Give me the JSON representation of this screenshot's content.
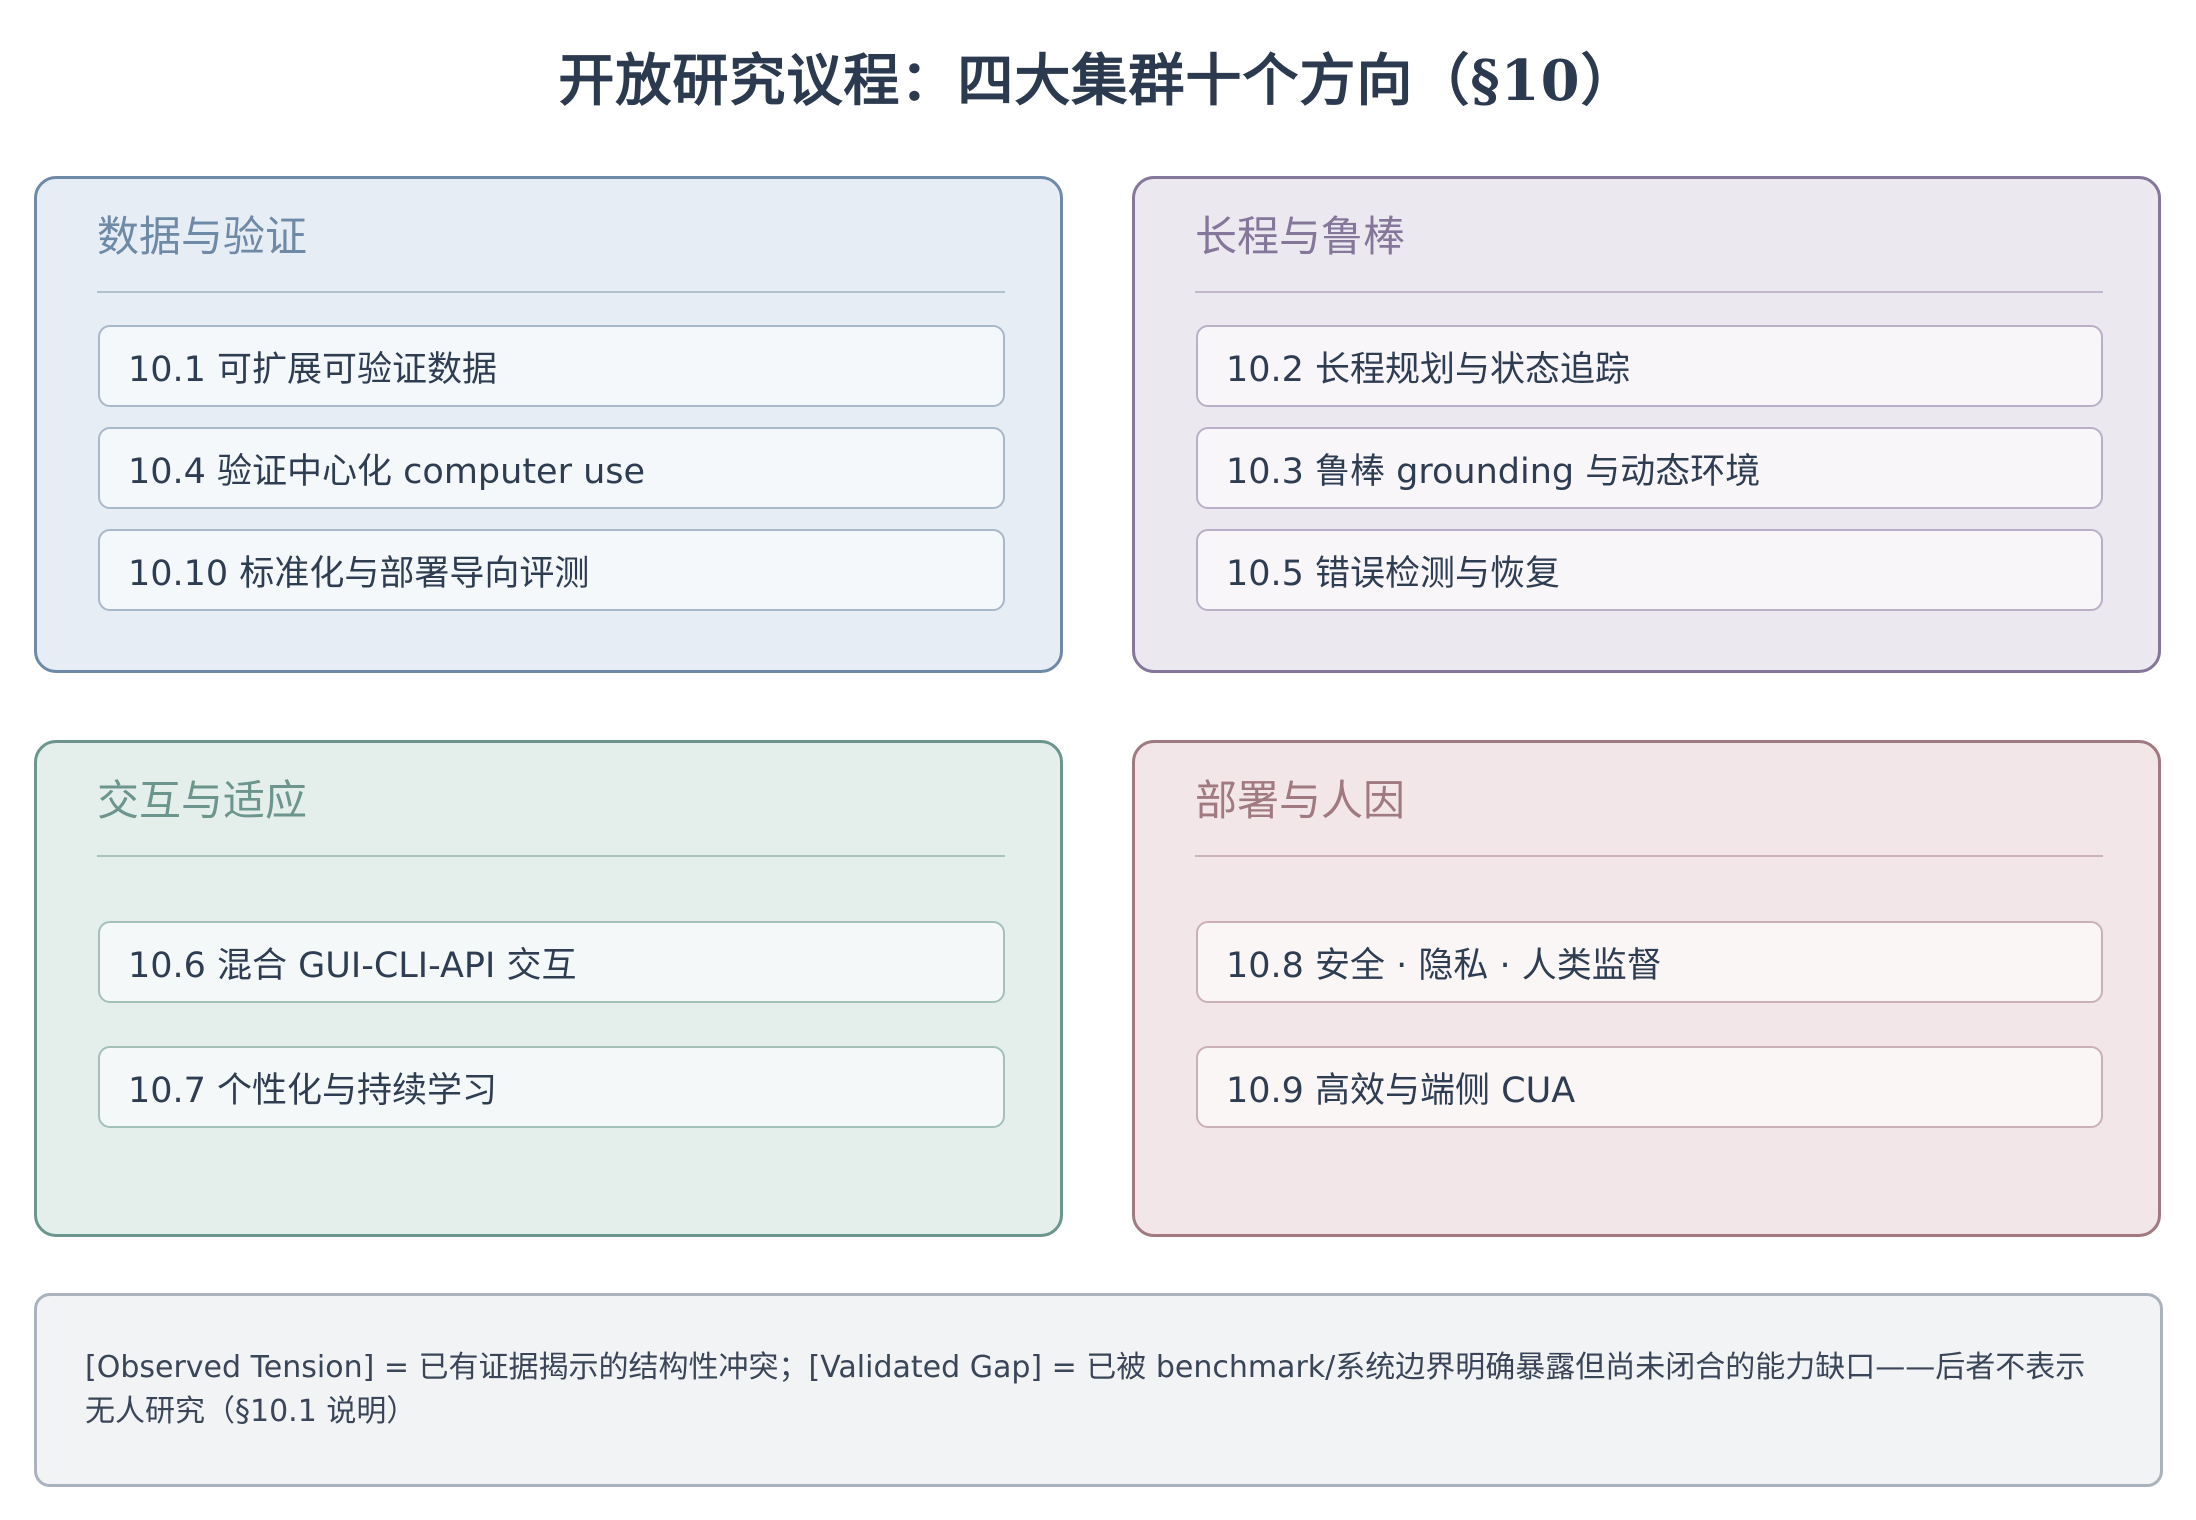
{
  "title": "开放研究议程：四大集群十个方向（§10）",
  "clusters": [
    {
      "title": "数据与验证",
      "accent": "#6f8aa6",
      "items": [
        "10.1 可扩展可验证数据",
        "10.4 验证中心化 computer use",
        "10.10 标准化与部署导向评测"
      ]
    },
    {
      "title": "长程与鲁棒",
      "accent": "#84779a",
      "items": [
        "10.2 长程规划与状态追踪",
        "10.3 鲁棒 grounding 与动态环境",
        "10.5 错误检测与恢复"
      ]
    },
    {
      "title": "交互与适应",
      "accent": "#6b958d",
      "items": [
        "10.6 混合 GUI-CLI-API 交互",
        "10.7 个性化与持续学习"
      ]
    },
    {
      "title": "部署与人因",
      "accent": "#a07a80",
      "items": [
        "10.8 安全 · 隐私 · 人类监督",
        "10.9 高效与端侧 CUA"
      ]
    }
  ],
  "note": "[Observed Tension] = 已有证据揭示的结构性冲突；[Validated Gap] = 已被 benchmark/系统边界明确暴露但尚未闭合的能力缺口——后者不表示无人研究（§10.1 说明）"
}
